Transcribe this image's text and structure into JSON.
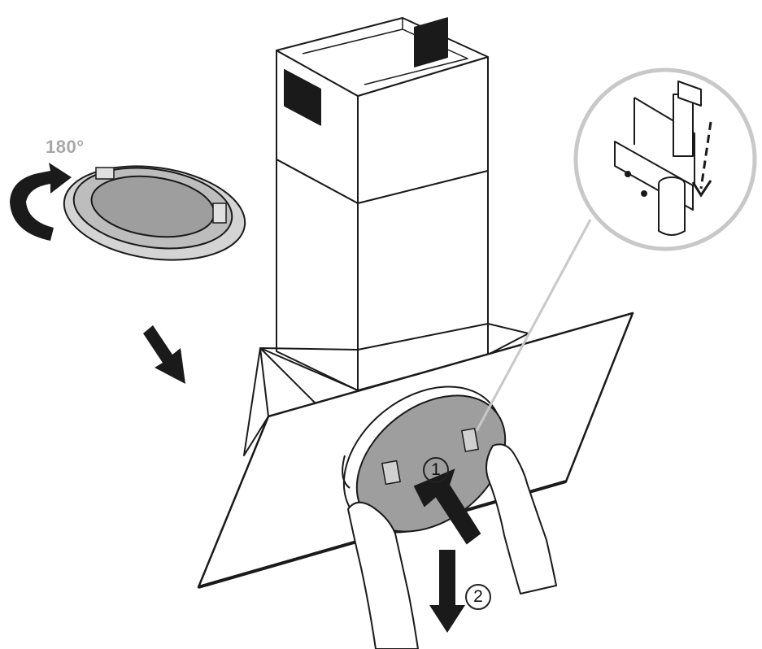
{
  "rotation": {
    "label": "180°"
  },
  "steps": [
    {
      "number": "1"
    },
    {
      "number": "2"
    }
  ],
  "colors": {
    "line": "#1a1a1a",
    "filter_fill": "#9e9e9e",
    "detail_circle": "#c8c8c8",
    "rotation_label": "#a8a8a8"
  },
  "icons": [
    "rotate-arrow-icon",
    "diagonal-arrow-icon",
    "push-arrow-icon",
    "down-arrow-icon",
    "dashed-insert-arrow-icon"
  ]
}
